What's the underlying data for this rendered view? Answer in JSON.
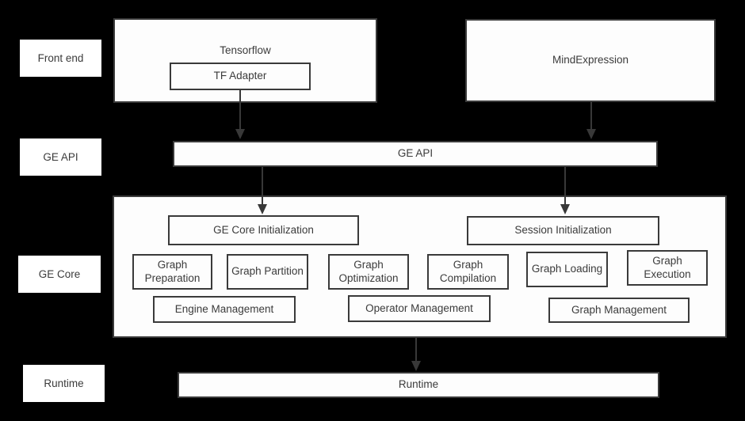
{
  "diagram": {
    "title_hint": "Graph Engine architecture diagram",
    "colors": {
      "background": "#000000",
      "box_fill": "#fdfdfd",
      "border": "#3a3a3a",
      "text": "#3b3b3b",
      "arrow": "#383838"
    },
    "rows": [
      {
        "id": "front-end",
        "label": "Front end"
      },
      {
        "id": "ge-api",
        "label": "GE API"
      },
      {
        "id": "ge-core",
        "label": "GE Core"
      },
      {
        "id": "runtime",
        "label": "Runtime"
      }
    ],
    "front_end": {
      "tensorflow": "Tensorflow",
      "tf_adapter": "TF Adapter",
      "mind_expression": "MindExpression"
    },
    "ge_api": {
      "bar": "GE API"
    },
    "ge_core": {
      "init": "GE Core Initialization",
      "session_init": "Session Initialization",
      "modules": [
        "Graph Preparation",
        "Graph Partition",
        "Graph Optimization",
        "Graph Compilation",
        "Graph Loading",
        "Graph Execution"
      ],
      "management": [
        "Engine Management",
        "Operator Management",
        "Graph Management"
      ]
    },
    "runtime": {
      "bar": "Runtime"
    }
  }
}
